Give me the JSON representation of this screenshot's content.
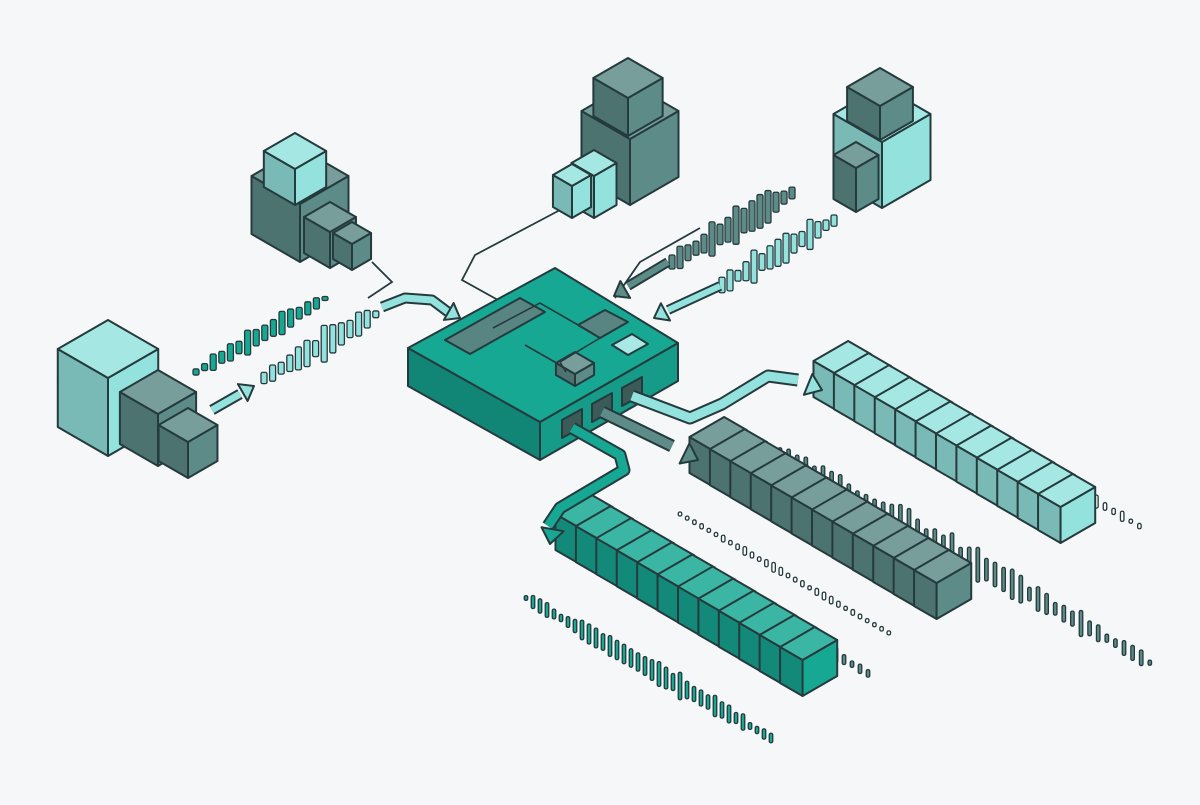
{
  "colors": {
    "background": "#f5f7f8",
    "outline": "#253a3d",
    "teal": "#17a893",
    "slate": "#5d8c88",
    "aqua": "#93e2de"
  },
  "sources": [
    {
      "name": "source-cluster-left",
      "tone": "aqua"
    },
    {
      "name": "source-cluster-upper-left",
      "tone": "slate"
    },
    {
      "name": "source-cluster-top",
      "tone": "slate"
    },
    {
      "name": "source-cluster-top-right",
      "tone": "slate"
    }
  ],
  "hub": {
    "tone": "teal",
    "output_ports": 3
  },
  "output_streams": [
    {
      "name": "output-stream-aqua",
      "tone": "aqua",
      "block_count": 12
    },
    {
      "name": "output-stream-slate",
      "tone": "slate",
      "block_count": 12
    },
    {
      "name": "output-stream-teal",
      "tone": "teal",
      "block_count": 12
    }
  ],
  "icons": {
    "hub": "processor-hub-icon",
    "source": "cube-cluster-icon",
    "signal": "waveform-icon",
    "flow": "flow-arrow-icon"
  }
}
